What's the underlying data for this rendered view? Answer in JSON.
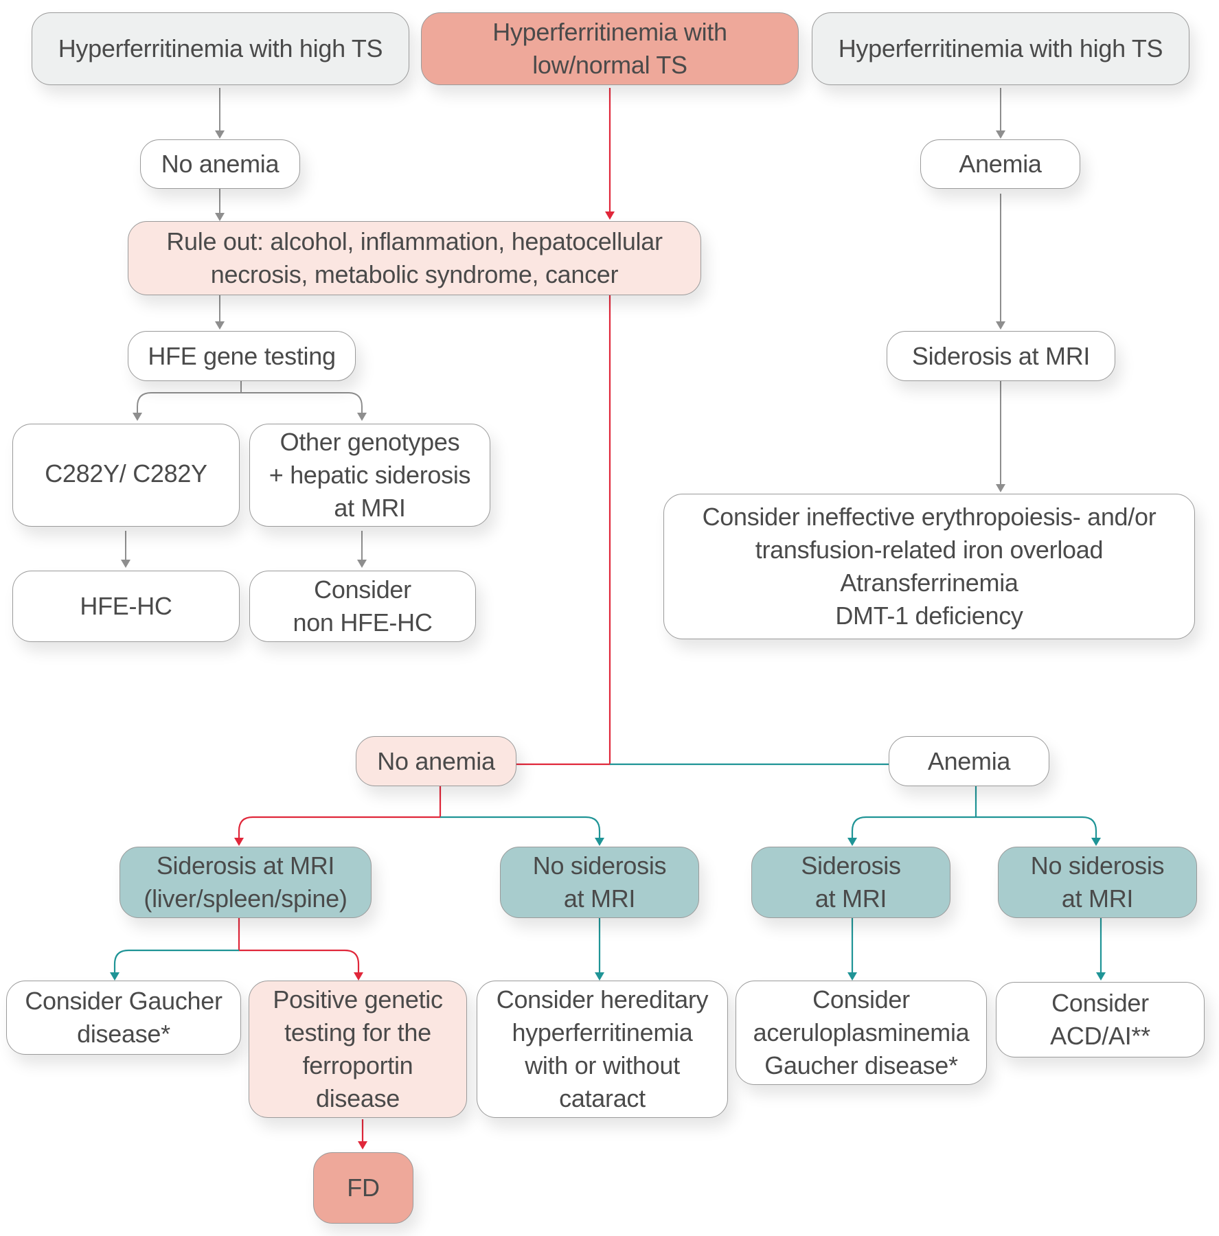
{
  "colors": {
    "grey_node": "#eef0f0",
    "start_node_low_ts": "#eea89a",
    "pink_node": "#fbe6e1",
    "teal_node": "#a8cccd",
    "red_path": "#e0273a",
    "teal_path": "#1f9496",
    "grey_path": "#8e8e8e",
    "text": "#4a4a4a"
  },
  "nodes": {
    "left_start": "Hyperferritinemia with high TS",
    "center_start": "Hyperferritinemia with\nlow/normal TS",
    "right_start": "Hyperferritinemia with high TS",
    "left_no_anemia": "No anemia",
    "right_anemia_top": "Anemia",
    "rule_out": "Rule out: alcohol, inflammation, hepatocellular\nnecrosis, metabolic syndrome, cancer",
    "hfe_testing": "HFE gene testing",
    "right_siderosis_mri": "Siderosis at MRI",
    "c282y": "C282Y/ C282Y",
    "other_genotypes": "Other genotypes\n+ hepatic siderosis\nat MRI",
    "hfe_hc": "HFE-HC",
    "non_hfe_hc": "Consider\nnon HFE-HC",
    "consider_ineffective": "Consider ineffective erythropoiesis- and/or\ntransfusion-related iron overload\nAtransferrinemia\nDMT-1 deficiency",
    "mid_no_anemia": "No anemia",
    "mid_anemia": "Anemia",
    "siderosis_liver": "Siderosis at MRI\n(liver/spleen/spine)",
    "no_siderosis_a": "No siderosis\nat MRI",
    "siderosis_b": "Siderosis\nat MRI",
    "no_siderosis_b": "No siderosis\nat MRI",
    "consider_gaucher": "Consider Gaucher\ndisease*",
    "positive_genetic": "Positive genetic\ntesting for the\nferroportin\ndisease",
    "consider_hereditary": "Consider hereditary\nhyperferritinemia\nwith or without\ncataract",
    "consider_acerulo": "Consider\naceruloplasminemia\nGaucher disease*",
    "consider_acd": "Consider\nACD/AI**",
    "fd": "FD"
  }
}
